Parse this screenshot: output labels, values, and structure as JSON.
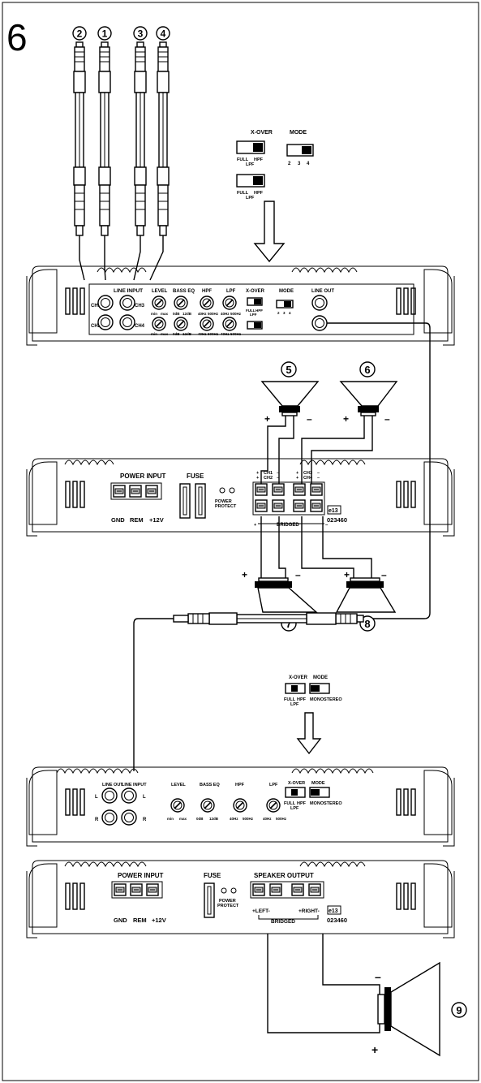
{
  "step": "6",
  "callouts": [
    "2",
    "1",
    "3",
    "4",
    "5",
    "6",
    "7",
    "8",
    "9"
  ],
  "switch_panel_top": {
    "xover": "X-OVER",
    "mode": "MODE",
    "full": "FULL",
    "hpf": "HPF",
    "lpf": "LPF",
    "mode_ticks": [
      "2",
      "3",
      "4"
    ]
  },
  "amp1_front": {
    "line_input": "LINE INPUT",
    "ch": [
      "CH1",
      "CH2",
      "CH3",
      "CH4"
    ],
    "knobs": [
      "LEVEL",
      "BASS EQ",
      "HPF",
      "LPF"
    ],
    "knob_scales": [
      [
        "min",
        "max"
      ],
      [
        "0dB",
        "12dB"
      ],
      [
        "40Hz",
        "500Hz"
      ],
      [
        "40Hz",
        "500Hz"
      ]
    ],
    "xover": "X-OVER",
    "mode": "MODE",
    "line_out": "LINE OUT",
    "full": "FULL",
    "hpf": "HPF",
    "lpf": "LPF",
    "mode_ticks": [
      "2",
      "3",
      "4"
    ]
  },
  "amp1_rear": {
    "power_input": "POWER INPUT",
    "terminals": [
      "GND",
      "REM",
      "+12V"
    ],
    "fuse": "FUSE",
    "power": "POWER",
    "protect": "PROTECT",
    "ch_top": [
      "CH1",
      "CH2"
    ],
    "ch_bot": [
      "CH3",
      "CH4"
    ],
    "bridged": "BRIDGED",
    "cert": "e13",
    "cert_no": "023460"
  },
  "switch_panel_mid": {
    "xover": "X-OVER",
    "mode": "MODE",
    "full": "FULL",
    "hpf": "HPF",
    "lpf": "LPF",
    "mono": "MONO",
    "stereo": "STEREO"
  },
  "amp2_front": {
    "line_out": "LINE OUT",
    "line_input": "LINE INPUT",
    "l": "L",
    "r": "R",
    "knobs": [
      "LEVEL",
      "BASS EQ",
      "HPF",
      "LPF"
    ],
    "knob_scales": [
      [
        "min",
        "max"
      ],
      [
        "0dB",
        "12dB"
      ],
      [
        "40Hz",
        "500Hz"
      ],
      [
        "40Hz",
        "500Hz"
      ]
    ],
    "xover": "X-OVER",
    "mode": "MODE",
    "full": "FULL",
    "hpf": "HPF",
    "lpf": "LPF",
    "mono": "MONO",
    "stereo": "STEREO"
  },
  "amp2_rear": {
    "power_input": "POWER INPUT",
    "terminals": [
      "GND",
      "REM",
      "+12V"
    ],
    "fuse": "FUSE",
    "power": "POWER",
    "protect": "PROTECT",
    "speaker_output": "SPEAKER OUTPUT",
    "left": "+LEFT-",
    "right": "+RIGHT-",
    "bridged": "BRIDGED",
    "cert": "e13",
    "cert_no": "023460"
  },
  "polarity": {
    "plus": "+",
    "minus": "–"
  }
}
